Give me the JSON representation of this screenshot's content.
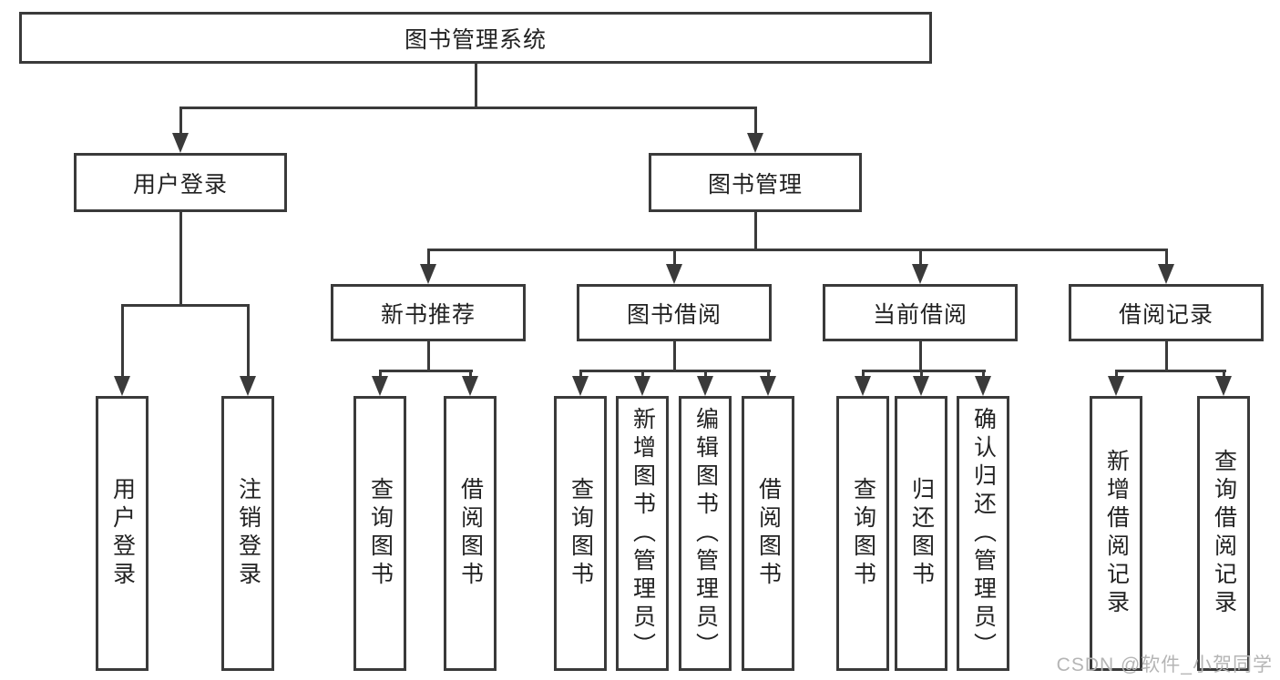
{
  "title": {
    "label": "图书管理系统"
  },
  "level2": {
    "user_login": "用户登录",
    "book_mgmt": "图书管理"
  },
  "level3": {
    "new_books": "新书推荐",
    "book_borrow": "图书借阅",
    "current_borrow": "当前借阅",
    "borrow_records": "借阅记录"
  },
  "leaves": {
    "user_login": [
      "用户登录",
      "注销登录"
    ],
    "new_books": [
      "查询图书",
      "借阅图书"
    ],
    "book_borrow": [
      "查询图书",
      "新增图书（管理员）",
      "编辑图书（管理员）",
      "借阅图书"
    ],
    "current_borrow": [
      "查询图书",
      "归还图书",
      "确认归还（管理员）"
    ],
    "borrow_records": [
      "新增借阅记录",
      "查询借阅记录"
    ]
  },
  "watermark": {
    "text": "CSDN @软件_小贺同学",
    "color": "#b5b5b5"
  },
  "colors": {
    "line": "#3a3a3a",
    "text": "#222222",
    "background": "#ffffff"
  }
}
